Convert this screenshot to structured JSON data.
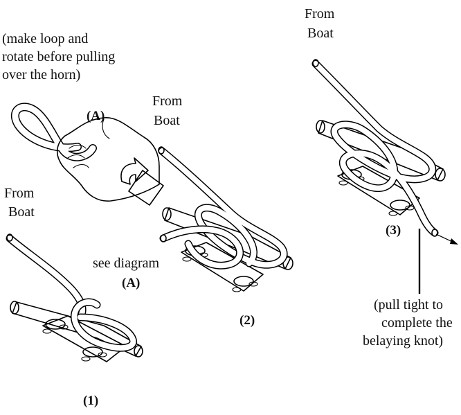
{
  "step1": {
    "from": "From",
    "boat": "Boat",
    "number": "(1)"
  },
  "step2": {
    "from": "From",
    "boat": "Boat",
    "number": "(2)",
    "see": "see diagram",
    "see_ref": "(A)"
  },
  "step3": {
    "from": "From",
    "boat": "Boat",
    "number": "(3)"
  },
  "inset": {
    "label": "(A)",
    "note_line1": "(make loop and",
    "note_line2": "rotate before pulling",
    "note_line3": "over the horn)"
  },
  "final_note": {
    "line1": "(pull tight to",
    "line2": "complete the",
    "line3": "belaying knot)"
  },
  "colors": {
    "ink": "#000000",
    "rope_fill": "#ffffff",
    "shade": "#bdbdbd",
    "background": "#ffffff"
  }
}
